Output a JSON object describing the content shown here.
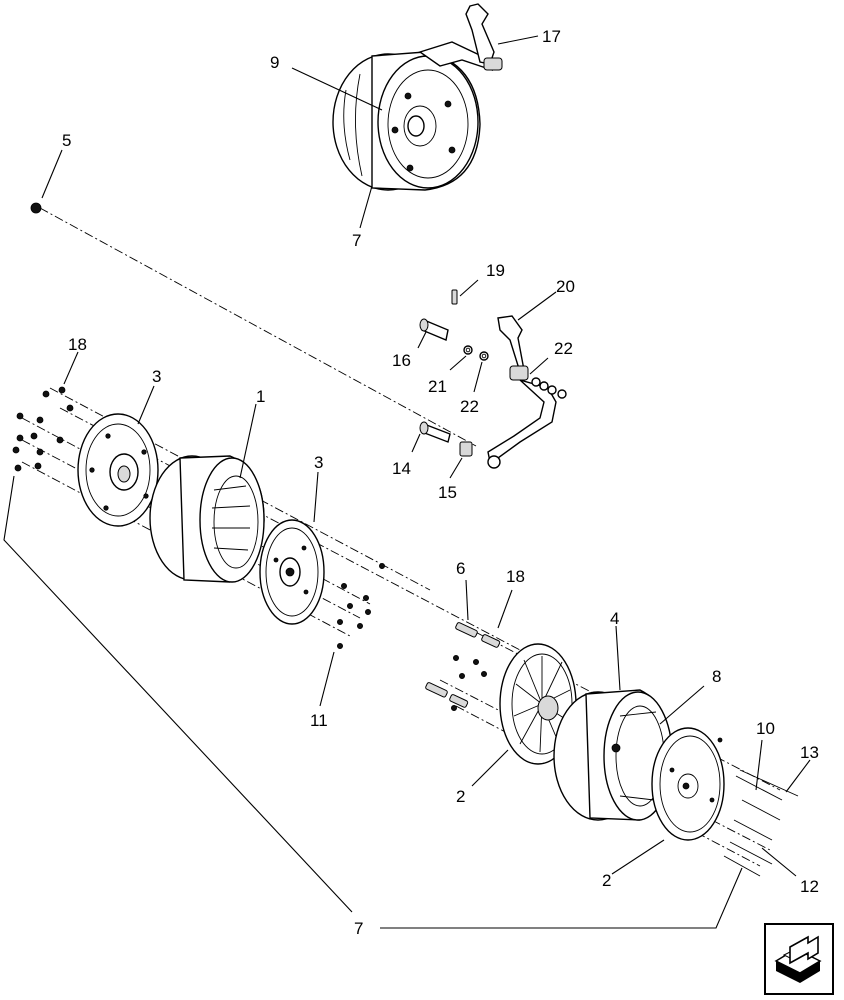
{
  "callouts": {
    "c1": "1",
    "c2a": "2",
    "c2b": "2",
    "c3a": "3",
    "c3b": "3",
    "c4": "4",
    "c5": "5",
    "c6": "6",
    "c7a": "7",
    "c7b": "7",
    "c8": "8",
    "c9": "9",
    "c10": "10",
    "c11": "11",
    "c12": "12",
    "c13": "13",
    "c14": "14",
    "c15": "15",
    "c16": "16",
    "c17": "17",
    "c18a": "18",
    "c18b": "18",
    "c19": "19",
    "c20": "20",
    "c21": "21",
    "c22a": "22",
    "c22b": "22"
  },
  "icons": {
    "nav": "next-page-arrow-icon"
  }
}
